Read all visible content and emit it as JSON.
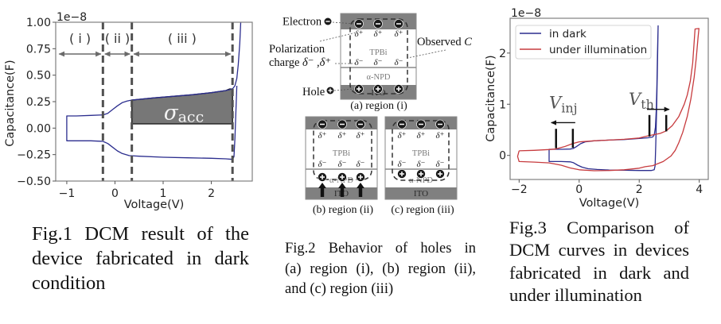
{
  "captions": {
    "fig1": [
      "Fig.1 DCM result of the",
      "device fabricated in dark",
      "condition"
    ],
    "fig2": [
      "Fig.2 Behavior of holes in",
      "(a) region (i), (b) region (ii),",
      "and (c) region (iii)"
    ],
    "fig3": [
      "Fig.3 Comparison of",
      "DCM curves in devices",
      "fabricated in dark and",
      "under illumination"
    ]
  },
  "diagram": {
    "labels": {
      "electron": "Electron",
      "polarization_line1": "Polarization",
      "polarization_line2_prefix": "charge ",
      "polarization_line2_symbols": "δ⁻ ,δ⁺",
      "observed_prefix": "Observed ",
      "observed_symbol": "C",
      "hole": "Hole"
    },
    "layers": {
      "tpbi": "TPBi",
      "npd": "α-NPD",
      "ito": "ITO"
    },
    "charges": {
      "positive": "δ⁺",
      "negative": "δ⁻"
    },
    "panels": [
      {
        "caption": "(a) region (i)"
      },
      {
        "caption": "(b) region (ii)"
      },
      {
        "caption": "(c) region (iii)"
      }
    ],
    "colors": {
      "electrode": "#808080",
      "carrier": "#1a1a1a"
    }
  },
  "chart_data": [
    {
      "id": "fig1",
      "type": "line",
      "title": "",
      "xlabel": "Voltage(V)",
      "ylabel": "Capacitance(F)",
      "y_offset_label": "1e−8",
      "xlim": [
        -1.23,
        2.85
      ],
      "ylim": [
        -0.5,
        1.0
      ],
      "grid": false,
      "x_ticks": [
        {
          "value": -1,
          "label": "−1"
        },
        {
          "value": 0,
          "label": "0"
        },
        {
          "value": 1,
          "label": "1"
        },
        {
          "value": 2,
          "label": "2"
        }
      ],
      "y_ticks": [
        {
          "value": -0.5,
          "label": "−0.50"
        },
        {
          "value": -0.25,
          "label": "−0.25"
        },
        {
          "value": 0,
          "label": "0.00"
        },
        {
          "value": 0.25,
          "label": "0.25"
        },
        {
          "value": 0.5,
          "label": "0.50"
        },
        {
          "value": 0.75,
          "label": "0.75"
        },
        {
          "value": 1.0,
          "label": "1.00"
        }
      ],
      "series": [
        {
          "name": "in dark",
          "color": "#2b2d8e",
          "points": [
            [
              2.61,
              1.0
            ],
            [
              2.59,
              0.8
            ],
            [
              2.56,
              0.6
            ],
            [
              2.53,
              0.47
            ],
            [
              2.49,
              0.4
            ],
            [
              2.44,
              0.37
            ],
            [
              2.3,
              0.355
            ],
            [
              2.0,
              0.335
            ],
            [
              1.6,
              0.315
            ],
            [
              1.2,
              0.3
            ],
            [
              0.8,
              0.285
            ],
            [
              0.35,
              0.265
            ],
            [
              0.25,
              0.255
            ],
            [
              0.15,
              0.24
            ],
            [
              0.05,
              0.21
            ],
            [
              -0.05,
              0.175
            ],
            [
              -0.15,
              0.14
            ],
            [
              -0.25,
              0.125
            ],
            [
              -0.5,
              0.12
            ],
            [
              -0.8,
              0.115
            ],
            [
              -1.0,
              0.115
            ],
            [
              -1.0,
              -0.12
            ],
            [
              -0.8,
              -0.12
            ],
            [
              -0.5,
              -0.12
            ],
            [
              -0.25,
              -0.125
            ],
            [
              -0.15,
              -0.145
            ],
            [
              -0.05,
              -0.18
            ],
            [
              0.05,
              -0.215
            ],
            [
              0.15,
              -0.24
            ],
            [
              0.3,
              -0.26
            ],
            [
              0.5,
              -0.265
            ],
            [
              1.0,
              -0.275
            ],
            [
              1.5,
              -0.28
            ],
            [
              2.0,
              -0.285
            ],
            [
              2.3,
              -0.29
            ],
            [
              2.44,
              -0.295
            ],
            [
              2.47,
              -0.27
            ],
            [
              2.49,
              -0.1
            ],
            [
              2.51,
              0.15
            ],
            [
              2.53,
              0.4
            ]
          ]
        }
      ],
      "region_boundaries": [
        -0.25,
        0.35,
        2.44
      ],
      "regions": [
        {
          "label": "( i )",
          "from": -1.2,
          "to": -0.25
        },
        {
          "label": "( ii )",
          "from": -0.25,
          "to": 0.35
        },
        {
          "label": "( iii )",
          "from": 0.35,
          "to": 2.44
        }
      ],
      "shaded_area": {
        "symbol": "σ",
        "subscript": "acc",
        "color": "#777777",
        "polygon": [
          [
            0.35,
            0.04
          ],
          [
            0.35,
            0.265
          ],
          [
            0.8,
            0.285
          ],
          [
            1.2,
            0.3
          ],
          [
            1.6,
            0.315
          ],
          [
            2.0,
            0.335
          ],
          [
            2.3,
            0.355
          ],
          [
            2.38,
            0.37
          ],
          [
            2.44,
            0.37
          ],
          [
            2.44,
            0.04
          ]
        ]
      }
    },
    {
      "id": "fig3",
      "type": "line",
      "title": "",
      "xlabel": "Voltage(V)",
      "ylabel": "Capacitance(F)",
      "y_offset_label": "1e−8",
      "xlim": [
        -2.3,
        4.3
      ],
      "ylim": [
        -0.47,
        2.68
      ],
      "grid": false,
      "legend": {
        "position": "upper-left"
      },
      "x_ticks": [
        {
          "value": -2,
          "label": "−2"
        },
        {
          "value": 0,
          "label": "0"
        },
        {
          "value": 2,
          "label": "2"
        },
        {
          "value": 4,
          "label": "4"
        }
      ],
      "y_ticks": [
        {
          "value": 0,
          "label": "0"
        },
        {
          "value": 1,
          "label": "1"
        },
        {
          "value": 2,
          "label": "2"
        }
      ],
      "series": [
        {
          "name": "in dark",
          "color": "#2b2d8e",
          "points": [
            [
              2.63,
              2.54
            ],
            [
              2.61,
              2.0
            ],
            [
              2.59,
              1.4
            ],
            [
              2.57,
              0.9
            ],
            [
              2.54,
              0.55
            ],
            [
              2.5,
              0.4
            ],
            [
              2.45,
              0.36
            ],
            [
              2.3,
              0.345
            ],
            [
              2.0,
              0.33
            ],
            [
              1.5,
              0.31
            ],
            [
              1.0,
              0.3
            ],
            [
              0.5,
              0.285
            ],
            [
              0.2,
              0.265
            ],
            [
              0.05,
              0.23
            ],
            [
              -0.1,
              0.17
            ],
            [
              -0.2,
              0.135
            ],
            [
              -0.3,
              0.125
            ],
            [
              -0.6,
              0.12
            ],
            [
              -1.0,
              0.12
            ],
            [
              -1.0,
              -0.12
            ],
            [
              -0.6,
              -0.12
            ],
            [
              -0.3,
              -0.125
            ],
            [
              -0.2,
              -0.14
            ],
            [
              -0.05,
              -0.19
            ],
            [
              0.1,
              -0.23
            ],
            [
              0.3,
              -0.26
            ],
            [
              0.6,
              -0.275
            ],
            [
              1.0,
              -0.285
            ],
            [
              1.5,
              -0.29
            ],
            [
              2.0,
              -0.295
            ],
            [
              2.4,
              -0.295
            ],
            [
              2.5,
              -0.28
            ],
            [
              2.53,
              -0.2
            ],
            [
              2.55,
              0.2
            ],
            [
              2.58,
              0.9
            ],
            [
              2.61,
              1.8
            ],
            [
              2.63,
              2.54
            ]
          ]
        },
        {
          "name": "under illumination",
          "color": "#c73b3e",
          "points": [
            [
              -2.0,
              0.09
            ],
            [
              -1.5,
              0.1
            ],
            [
              -1.0,
              0.115
            ],
            [
              -0.8,
              0.125
            ],
            [
              -0.5,
              0.17
            ],
            [
              -0.2,
              0.235
            ],
            [
              0.0,
              0.265
            ],
            [
              0.5,
              0.285
            ],
            [
              1.0,
              0.3
            ],
            [
              1.5,
              0.315
            ],
            [
              2.0,
              0.34
            ],
            [
              2.2,
              0.37
            ],
            [
              2.45,
              0.4
            ],
            [
              2.7,
              0.43
            ],
            [
              2.9,
              0.48
            ],
            [
              3.1,
              0.58
            ],
            [
              3.32,
              0.76
            ],
            [
              3.5,
              1.0
            ],
            [
              3.6,
              1.18
            ],
            [
              3.7,
              1.45
            ],
            [
              3.78,
              1.8
            ],
            [
              3.86,
              2.47
            ],
            [
              3.99,
              2.48
            ],
            [
              3.96,
              2.31
            ],
            [
              3.9,
              1.9
            ],
            [
              3.83,
              1.53
            ],
            [
              3.72,
              1.1
            ],
            [
              3.6,
              0.76
            ],
            [
              3.45,
              0.45
            ],
            [
              3.32,
              0.25
            ],
            [
              3.2,
              0.1
            ],
            [
              3.06,
              -0.01
            ],
            [
              2.8,
              -0.12
            ],
            [
              2.45,
              -0.2
            ],
            [
              2.2,
              -0.22
            ],
            [
              2.0,
              -0.25
            ],
            [
              1.5,
              -0.28
            ],
            [
              1.0,
              -0.295
            ],
            [
              0.5,
              -0.3
            ],
            [
              0.0,
              -0.28
            ],
            [
              -0.3,
              -0.245
            ],
            [
              -0.6,
              -0.19
            ],
            [
              -1.0,
              -0.145
            ],
            [
              -1.5,
              -0.13
            ],
            [
              -2.0,
              -0.12
            ],
            [
              -2.05,
              -0.02
            ],
            [
              -2.0,
              0.09
            ]
          ]
        }
      ],
      "threshold_annotations": [
        {
          "symbol": "V",
          "subscript": "inj",
          "markers_V": [
            -0.77,
            -0.21
          ],
          "arrow_direction": "left"
        },
        {
          "symbol": "V",
          "subscript": "th",
          "markers_V": [
            2.34,
            2.9
          ],
          "arrow_direction": "right"
        }
      ]
    }
  ]
}
